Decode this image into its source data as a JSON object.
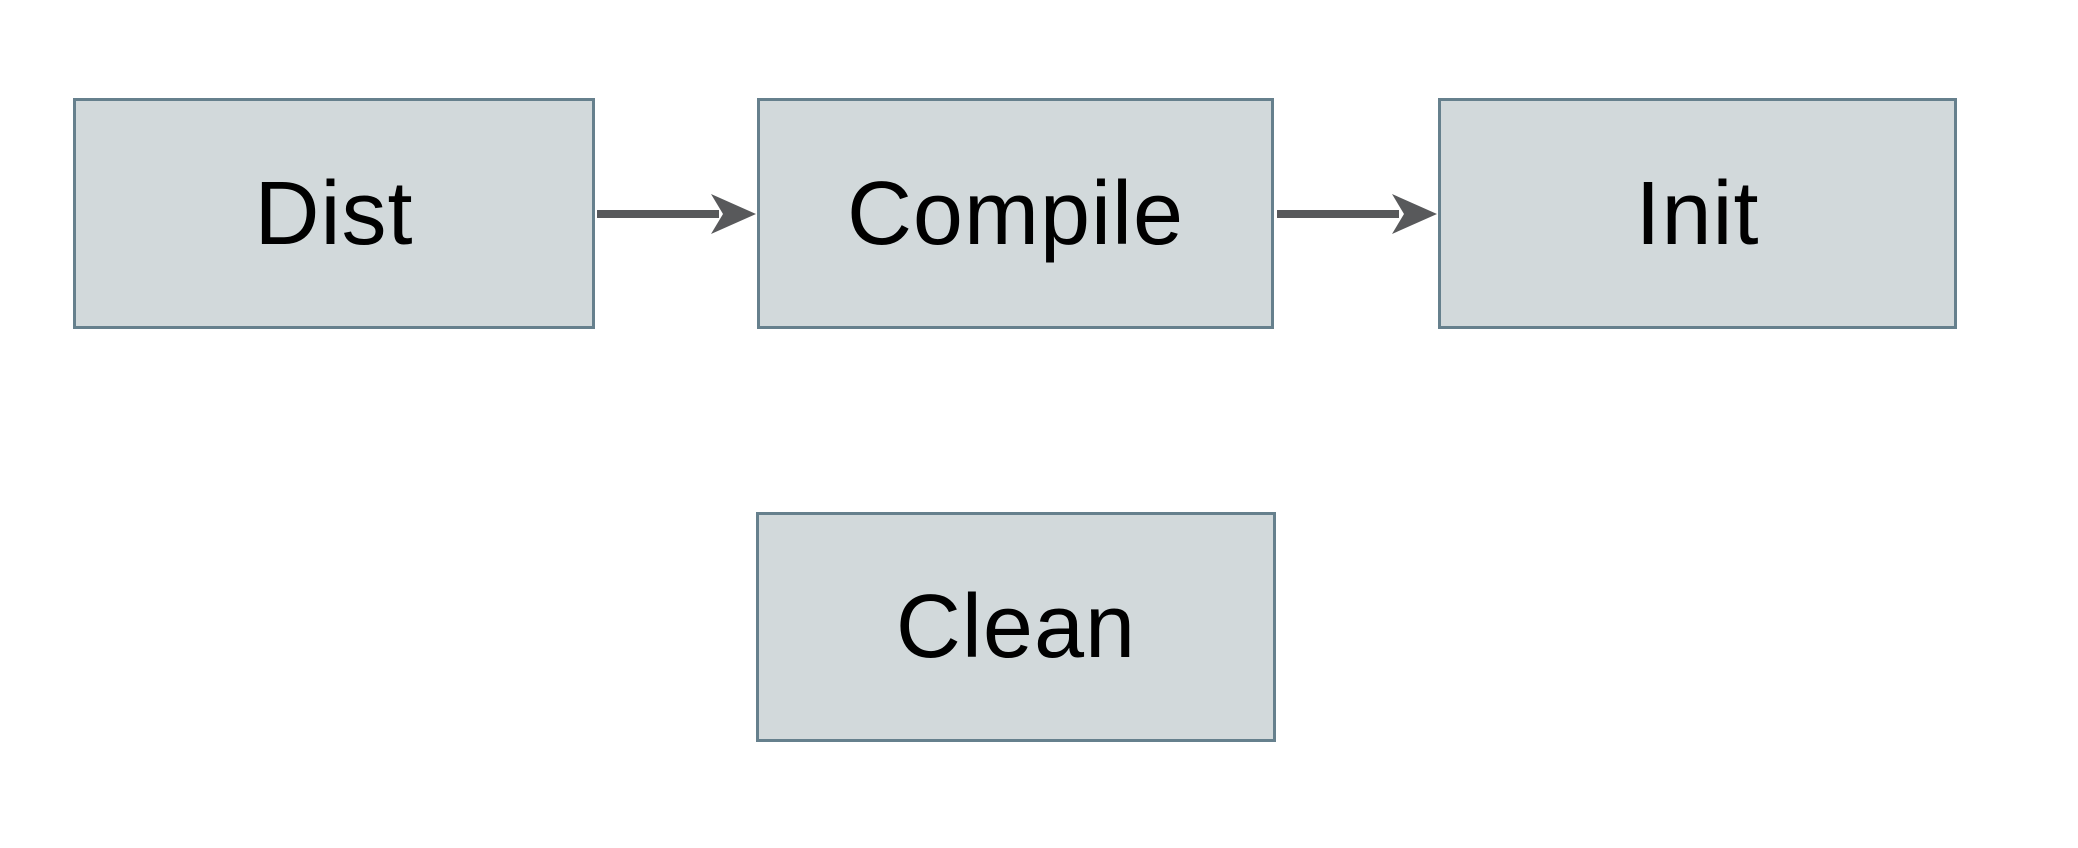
{
  "diagram": {
    "type": "flowchart",
    "nodes": [
      {
        "id": "dist",
        "label": "Dist"
      },
      {
        "id": "compile",
        "label": "Compile"
      },
      {
        "id": "init",
        "label": "Init"
      },
      {
        "id": "clean",
        "label": "Clean"
      }
    ],
    "edges": [
      {
        "from": "dist",
        "to": "compile",
        "style": "solid-arrow"
      },
      {
        "from": "compile",
        "to": "init",
        "style": "solid-arrow"
      }
    ]
  },
  "theme": {
    "background": "#ffffff",
    "node_fill": "#d2d9db",
    "node_border": "#66808d",
    "arrow_color": "#58595b",
    "text_color": "#000000"
  }
}
